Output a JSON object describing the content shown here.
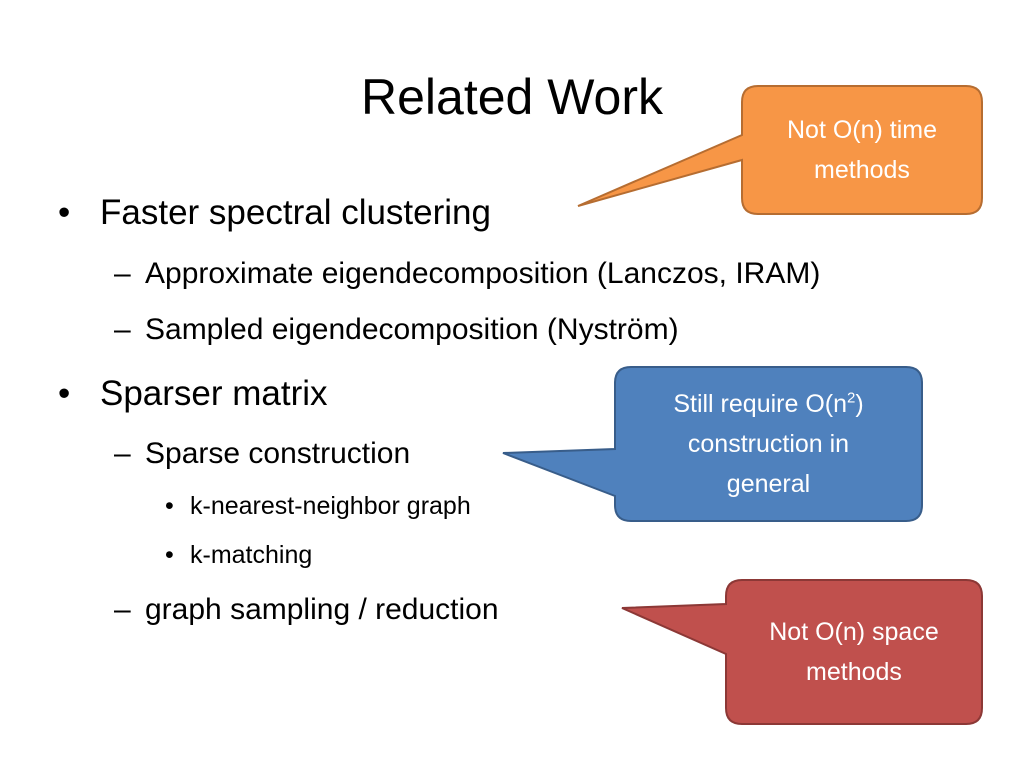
{
  "slide": {
    "title": "Related Work",
    "bullets": [
      {
        "marker": "•",
        "text": "Faster spectral clustering"
      },
      {
        "marker": "–",
        "text": "Approximate eigendecomposition (Lanczos, IRAM)"
      },
      {
        "marker": "–",
        "text": "Sampled eigendecomposition (Nyström)"
      },
      {
        "marker": "•",
        "text": "Sparser matrix"
      },
      {
        "marker": "–",
        "text": "Sparse construction"
      },
      {
        "marker": "•",
        "text": "k-nearest-neighbor graph"
      },
      {
        "marker": "•",
        "text": "k-matching"
      },
      {
        "marker": "–",
        "text": "graph sampling / reduction"
      }
    ]
  },
  "callouts": {
    "time": {
      "line1": "Not O(n) time",
      "line2": "methods",
      "fill": "#f79646",
      "stroke": "#b66d31"
    },
    "construction": {
      "line1_pre": "Still require O(n",
      "line1_sup": "2",
      "line1_post": ")",
      "line2": "construction in",
      "line3": "general",
      "fill": "#4f81bd",
      "stroke": "#385d8a"
    },
    "space": {
      "line1": "Not O(n) space",
      "line2": "methods",
      "fill": "#c0504d",
      "stroke": "#8c3836"
    }
  }
}
